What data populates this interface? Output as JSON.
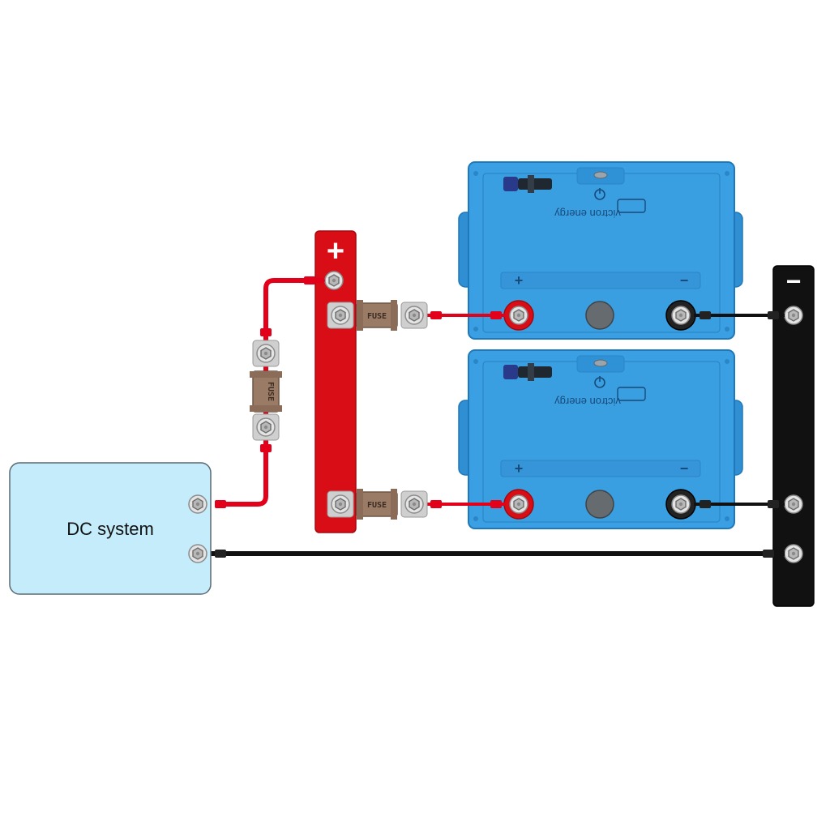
{
  "dc_system": {
    "label": "DC system"
  },
  "busbar_positive": {
    "symbol": "+"
  },
  "busbar_negative": {
    "symbol": "−"
  },
  "fuse": {
    "label": "FUSE"
  },
  "batteries": [
    {
      "brand": "victron energy",
      "plus_mark": "+",
      "minus_mark": "−"
    },
    {
      "brand": "victron energy",
      "plus_mark": "+",
      "minus_mark": "−"
    }
  ],
  "colors": {
    "positive": "#d90d16",
    "negative": "#111111",
    "battery_body": "#3aa0e3",
    "dc_system_fill": "#c4ecfb",
    "fuse_body": "#9a7b66"
  }
}
